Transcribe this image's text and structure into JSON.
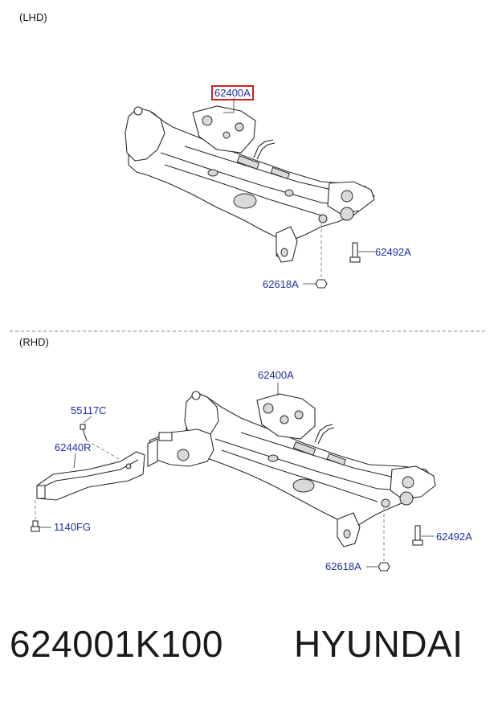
{
  "sections": {
    "lhd": {
      "label": "(LHD)",
      "parts": [
        {
          "code": "62400A",
          "highlighted": true
        },
        {
          "code": "62492A"
        },
        {
          "code": "62618A"
        }
      ]
    },
    "rhd": {
      "label": "(RHD)",
      "parts": [
        {
          "code": "62400A"
        },
        {
          "code": "55117C"
        },
        {
          "code": "62440R"
        },
        {
          "code": "1140FG"
        },
        {
          "code": "62492A"
        },
        {
          "code": "62618A"
        }
      ]
    }
  },
  "footer": {
    "part_number": "624001K100",
    "brand": "HYUNDAI"
  },
  "colors": {
    "label_blue": "#1f2ea0",
    "highlight_red": "#d21f1f"
  }
}
